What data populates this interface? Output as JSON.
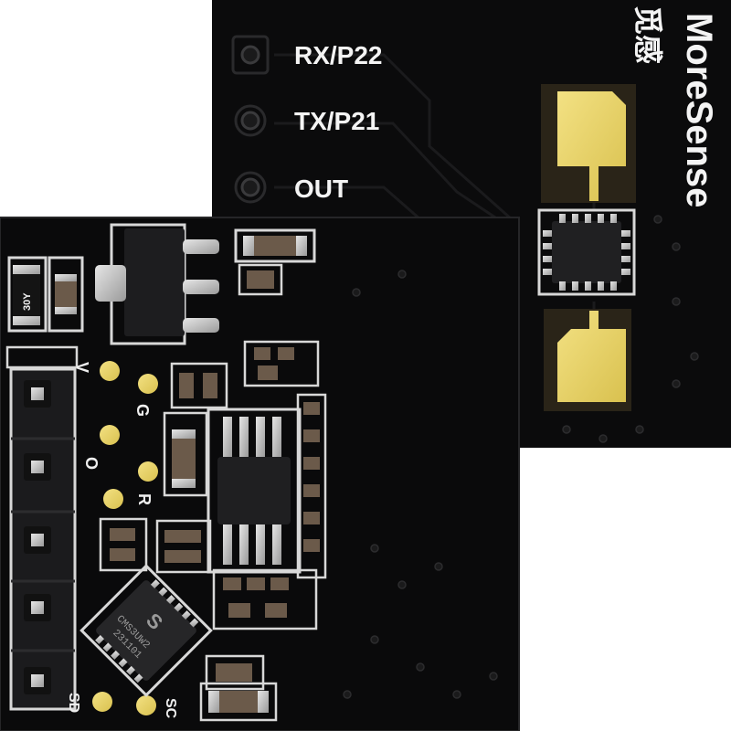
{
  "back_board": {
    "pin_labels": [
      "RX/P22",
      "TX/P21",
      "OUT"
    ],
    "brand": "MoreSense",
    "brand_cn": "觅感"
  },
  "front_board": {
    "pin_labels": {
      "v": "V",
      "g": "G",
      "o": "O",
      "r": "R",
      "sd": "SD",
      "sc": "SC"
    },
    "resistor_marking": "30Y",
    "chip_marking_line1": "CMS3UW2",
    "chip_marking_line2": "231101"
  },
  "colors": {
    "pcb": "#0b0b0c",
    "silkscreen": "#f2f2f2",
    "gold_pad": "#e8d46a",
    "chip": "#1f1f1f",
    "capacitor": "#6b5a4a",
    "solder": "#c8c8c8"
  }
}
